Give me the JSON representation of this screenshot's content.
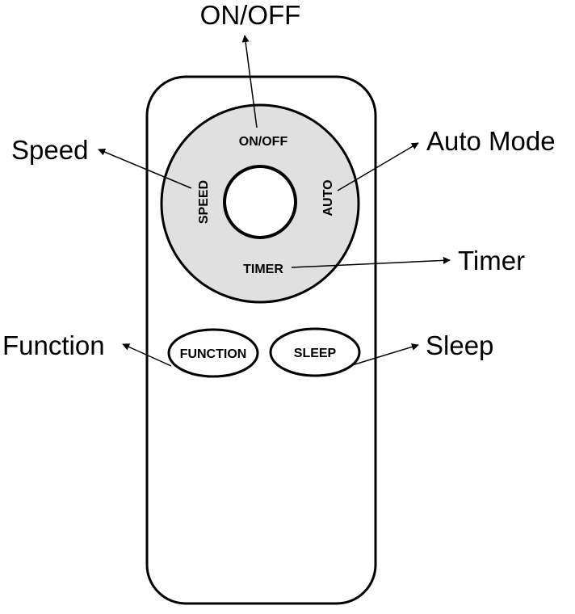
{
  "remote": {
    "buttons": {
      "on_off": "ON/OFF",
      "speed": "SPEED",
      "auto": "AUTO",
      "timer": "TIMER",
      "function": "FUNCTION",
      "sleep": "SLEEP"
    }
  },
  "callouts": {
    "on_off": "ON/OFF",
    "speed": "Speed",
    "auto_mode": "Auto Mode",
    "timer": "Timer",
    "function": "Function",
    "sleep": "Sleep"
  },
  "colors": {
    "dial_fill": "#e0e0e0",
    "stroke": "#000000",
    "body_fill": "#ffffff"
  }
}
